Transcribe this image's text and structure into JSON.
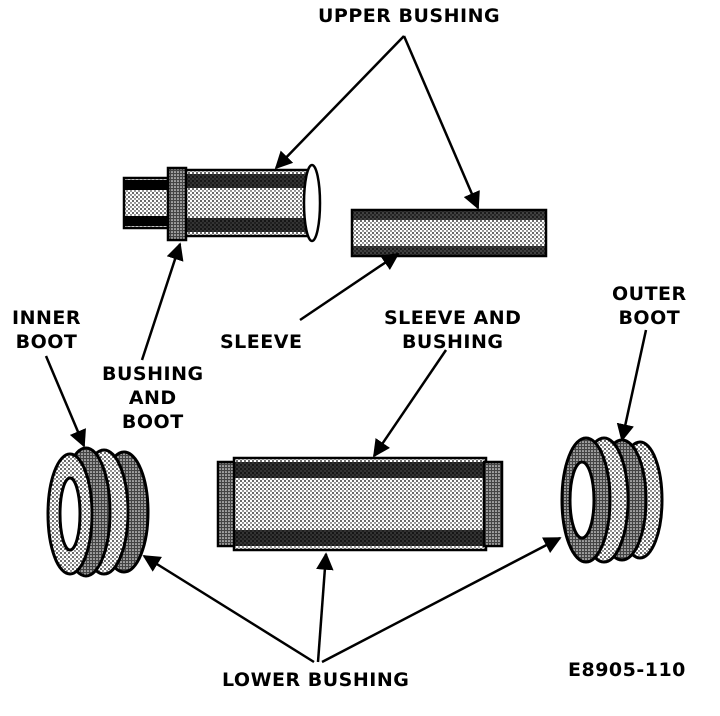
{
  "labels": {
    "upper_bushing": "UPPER BUSHING",
    "inner_boot": [
      "INNER",
      "BOOT"
    ],
    "outer_boot": [
      "OUTER",
      "BOOT"
    ],
    "sleeve": "SLEEVE",
    "sleeve_and_bushing": [
      "SLEEVE AND",
      "BUSHING"
    ],
    "bushing_and_boot": [
      "BUSHING",
      "AND",
      "BOOT"
    ],
    "lower_bushing": "LOWER BUSHING",
    "figure_code": "E8905-110"
  },
  "colors": {
    "ink": "#000000",
    "paper": "#ffffff",
    "shade": "#555555"
  }
}
